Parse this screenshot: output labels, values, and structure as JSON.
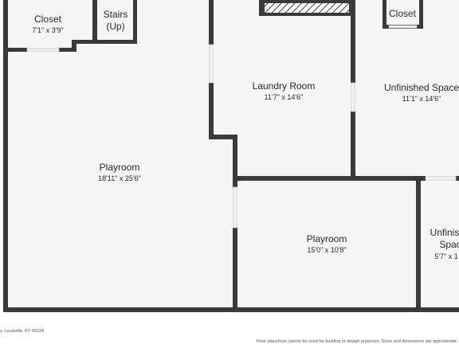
{
  "colors": {
    "wall": "#3a3a3a",
    "floor": "#f5f5f5",
    "background": "#ffffff",
    "text": "#2b2b2b",
    "hatch": "#3a3a3a"
  },
  "rooms": {
    "closet_left": {
      "name": "Closet",
      "dimensions": "7'1\" x 3'9\""
    },
    "stairs": {
      "name_line1": "Stairs",
      "name_line2": "(Up)"
    },
    "closet_right": {
      "name": "Closet"
    },
    "laundry": {
      "name": "Laundry Room",
      "dimensions": "11'7\" x 14'6\""
    },
    "unfinished_top": {
      "name": "Unfinished Space",
      "dimensions": "11'1\" x 14'6\""
    },
    "playroom_main": {
      "name": "Playroom",
      "dimensions": "18'11\" x 25'6\""
    },
    "playroom_lower": {
      "name": "Playroom",
      "dimensions": "15'0\" x 10'8\""
    },
    "unfinished_bottom": {
      "name_line1": "Unfinis",
      "name_line2": "Spac",
      "dimensions": "5'7\" x 1"
    }
  },
  "footer": {
    "address": "y, Louisville, KY 40228",
    "disclaimer": "Floor plans/tour cannot be used for building or design purposes. Sizes and dimensions are approximate."
  }
}
